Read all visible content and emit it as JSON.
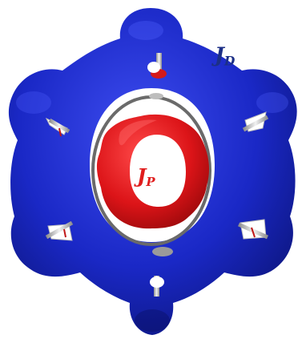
{
  "labels": {
    "diamagnetic": {
      "main": "J",
      "sub": "D"
    },
    "paramagnetic": {
      "main": "J",
      "sub": "P"
    }
  },
  "colors": {
    "diamagnetic_isosurface": "#1826c8",
    "paramagnetic_isosurface": "#e0141e",
    "bond": "#c8c8c8",
    "label_diamagnetic": "#1c2f86",
    "label_paramagnetic": "#e01c1c"
  }
}
